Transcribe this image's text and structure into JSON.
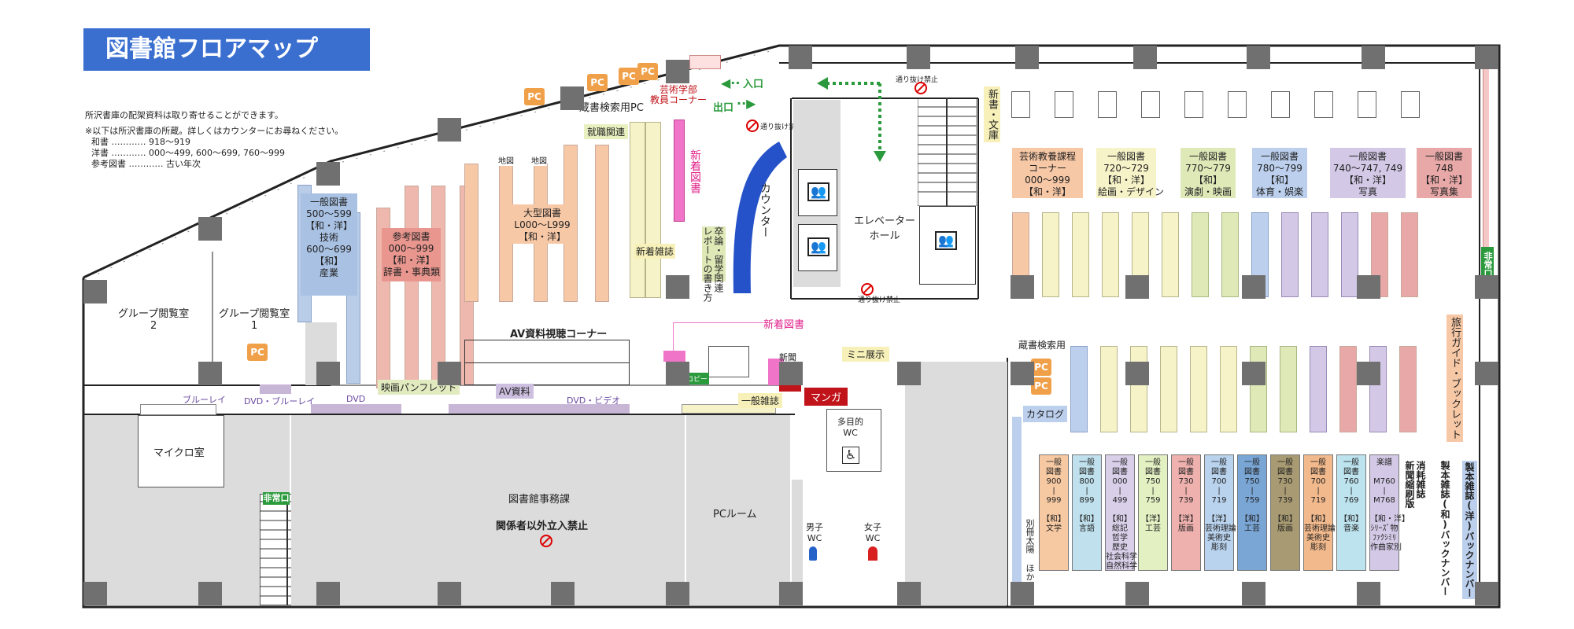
{
  "title": "図書館フロアマップ",
  "notes": [
    "所沢書庫の配架資料は取り寄せることができます。",
    "※以下は所沢書庫の所蔵。詳しくはカウンターにお尋ねください。",
    "和書 ………… 918～919",
    "洋書 ………… 000～499, 600～699, 760～999",
    "参考図書 ………… 古い年次"
  ],
  "pc_badge": "PC",
  "labels": {
    "search_pc": "蔵書検索用PC",
    "search_pc_right": "蔵書検索用",
    "art_corner": "芸術学部\n教員コーナー",
    "entrance": "入口",
    "exit": "出口",
    "no_pass": "通り抜け禁止",
    "no_pass_top": "通り抜け禁止",
    "job": "就職関連",
    "new_books": "新着図書",
    "new_books_center": "新着図書",
    "new_magazines": "新着雑誌",
    "report": "卒論・留学関連\nレポートの書き方",
    "counter": "カウンター",
    "elevator": "エレベーター\nホール",
    "shinsho": "新書・文庫",
    "map1": "地図",
    "map2": "地図",
    "av_corner": "AV資料視聴コーナー",
    "av_material": "AV資料",
    "movie_pamphlet": "映画パンフレット",
    "newspaper": "新聞",
    "copy": "コピー",
    "mini_exhibit": "ミニ展示",
    "manga": "マンガ",
    "general_magazines": "一般雑誌",
    "catalog": "カタログ",
    "travel": "旅行ガイド・ブックレット",
    "multi_wc": "多目的\nWC",
    "male_wc": "男子\nWC",
    "female_wc": "女子\nWC",
    "pc_room": "PCルーム",
    "office": "図書館事務課",
    "staff_only": "関係者以外立入禁止",
    "micro": "マイクロ室",
    "group2": "グループ閲覧室\n2",
    "group1": "グループ閲覧室\n1",
    "emergency": "非常口",
    "emergency_right": "非常口",
    "bluray": "ブルーレイ",
    "dvd_bluray": "DVD・ブルーレイ",
    "dvd": "DVD",
    "dvd_video": "DVD・ビデオ",
    "bessatsu": "別冊太陽 ほか",
    "bound_foreign": "製本雑誌(洋)バックナンバー",
    "bound_jp": "製本雑誌(和)バックナンバー",
    "consumable": "消耗雑誌\n新聞縮刷版"
  },
  "signs": {
    "general500": "一般図書\n500～599\n【和・洋】\n技術\n600～699\n【和】\n産業",
    "reference": "参考図書\n000～999\n【和・洋】\n辞書・事典類",
    "large": "大型図書\nL000～L999\n【和・洋】",
    "art_course": "芸術教養課程\nコーナー\n000～999\n【和・洋】",
    "g720": "一般図書\n720～729\n【和・洋】\n絵画・デザイン",
    "g770": "一般図書\n770～779\n【和】\n演劇・映画",
    "g780": "一般図書\n780～799\n【和】\n体育・娯楽",
    "g740": "一般図書\n740～747, 749\n【和・洋】\n写真",
    "g748": "一般図書\n748\n【和・洋】\n写真集"
  },
  "bays": [
    {
      "text": "一般\n図書\n900\n|\n999\n\n【和】\n文学",
      "color": "#f6c9a3"
    },
    {
      "text": "一般\n図書\n800\n|\n899\n\n【和】\n言語",
      "color": "#bfe0ec"
    },
    {
      "text": "一般\n図書\n000\n|\n499\n\n【和】\n総記\n哲学\n歴史\n社会科学\n自然科学",
      "color": "#d9cfe9"
    },
    {
      "text": "一般\n図書\n750\n|\n759\n\n【洋】\n工芸",
      "color": "#e2f0c2"
    },
    {
      "text": "一般\n図書\n730\n|\n739\n\n【洋】\n版画",
      "color": "#efb1ae"
    },
    {
      "text": "一般\n図書\n700\n|\n719\n\n【洋】\n芸術理論\n美術史\n彫刻",
      "color": "#b9d3ee"
    },
    {
      "text": "一般\n図書\n750\n|\n759\n\n【和】\n工芸",
      "color": "#7aa6d6"
    },
    {
      "text": "一般\n図書\n730\n|\n739\n\n【和】\n版画",
      "color": "#a89a72"
    },
    {
      "text": "一般\n図書\n700\n|\n719\n\n【和】\n芸術理論\n美術史\n彫刻",
      "color": "#f2b98c"
    },
    {
      "text": "一般\n図書\n760\n|\n769\n\n【和】\n音楽",
      "color": "#bde3ee"
    },
    {
      "text": "楽譜\n\nM760\n|\nM768\n\n【和・洋】\nｼﾘｰｽﾞ物\nﾌｧｸｼﾐﾘ\n作曲家別",
      "color": "#d3c9e6"
    }
  ]
}
